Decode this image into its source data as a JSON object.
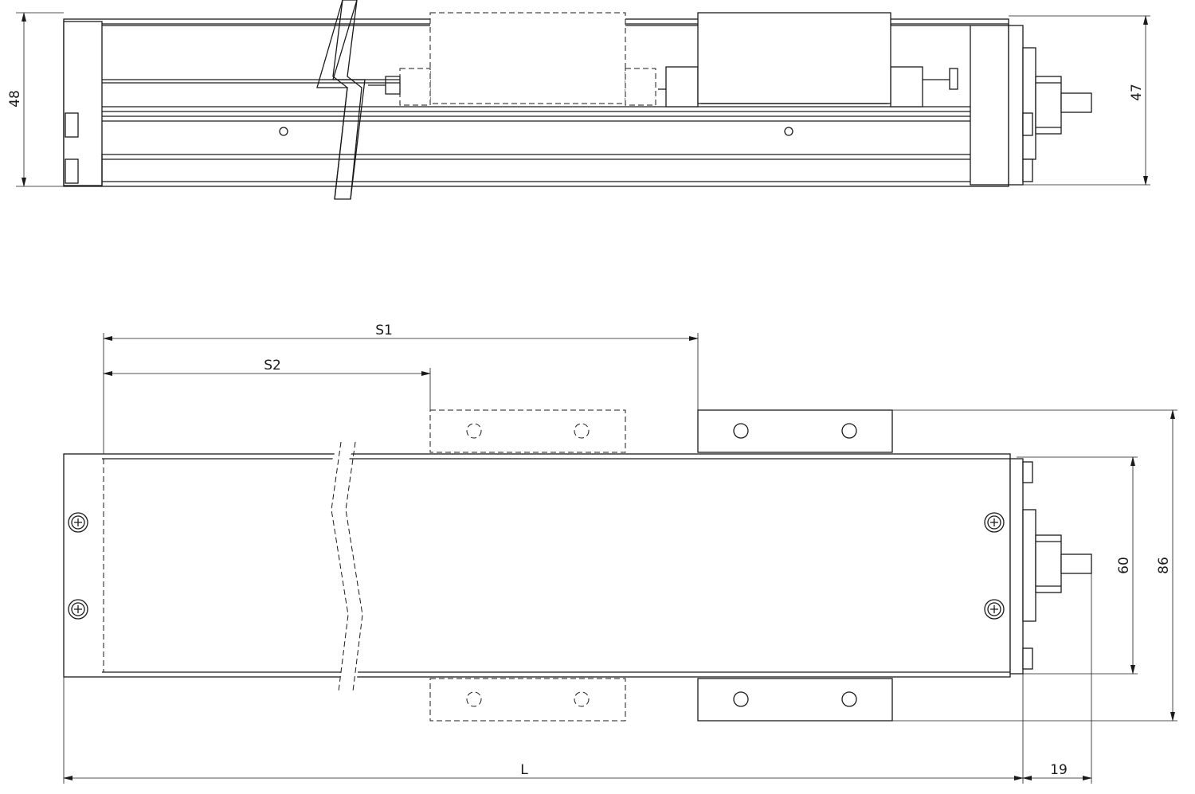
{
  "dimensions": {
    "side_height_left": "48",
    "side_height_right": "47",
    "stroke_s1": "S1",
    "stroke_s2": "S2",
    "length": "L",
    "shaft_length": "19",
    "body_width": "60",
    "total_width": "86"
  }
}
